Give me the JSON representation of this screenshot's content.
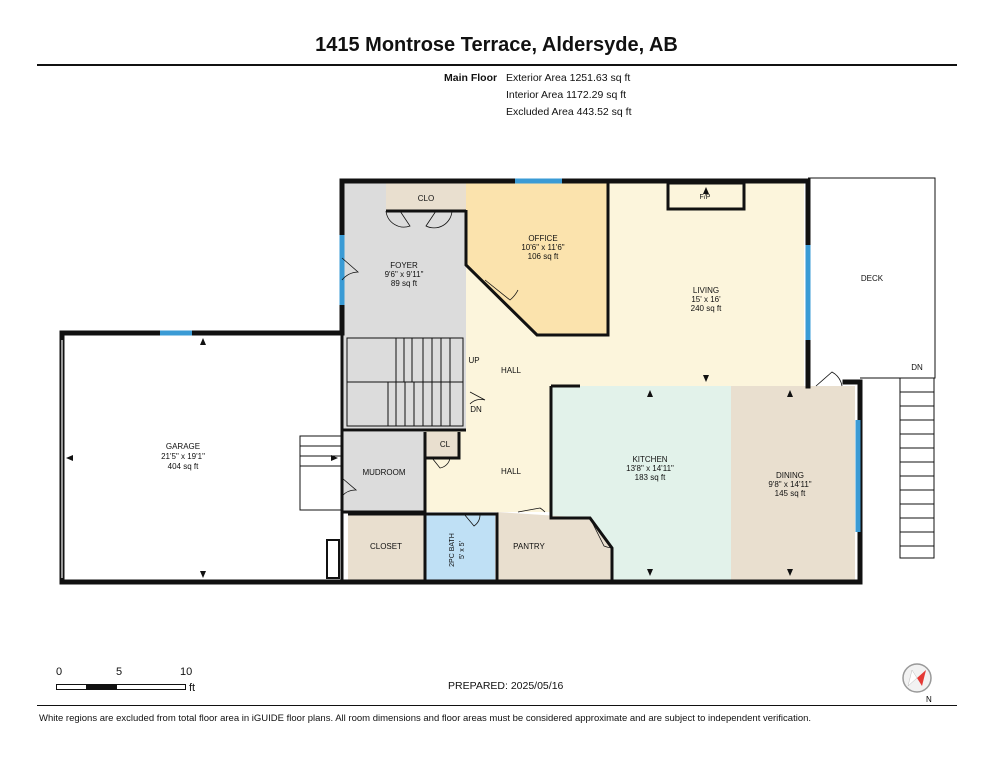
{
  "title": "1415 Montrose Terrace, Aldersyde, AB",
  "areas": {
    "floor_label": "Main Floor",
    "exterior": "Exterior Area 1251.63 sq ft",
    "interior": "Interior Area 1172.29 sq ft",
    "excluded": "Excluded Area 443.52 sq ft"
  },
  "rooms": {
    "garage": {
      "name": "GARAGE",
      "dims": "21'5\" x 19'1\"",
      "area": "404 sq ft"
    },
    "foyer": {
      "name": "FOYER",
      "dims": "9'6\" x 9'11\"",
      "area": "89 sq ft"
    },
    "office": {
      "name": "OFFICE",
      "dims": "10'6\" x 11'6\"",
      "area": "106 sq ft"
    },
    "living": {
      "name": "LIVING",
      "dims": "15' x 16'",
      "area": "240 sq ft"
    },
    "kitchen": {
      "name": "KITCHEN",
      "dims": "13'8\" x 14'11\"",
      "area": "183 sq ft"
    },
    "dining": {
      "name": "DINING",
      "dims": "9'8\" x 14'11\"",
      "area": "145 sq ft"
    },
    "bath": {
      "name": "2PC BATH",
      "dims": "5' x 5'"
    },
    "clo": "CLO",
    "cl": "CL",
    "hall_upper": "HALL",
    "hall_lower": "HALL",
    "mudroom": "MUDROOM",
    "closet": "CLOSET",
    "pantry": "PANTRY",
    "deck": "DECK",
    "fp": "F/P"
  },
  "stairs": {
    "up": "UP",
    "dn_interior": "DN",
    "dn_deck": "DN"
  },
  "scale": {
    "zero": "0",
    "five": "5",
    "ten": "10",
    "unit": "ft"
  },
  "prepared": "PREPARED: 2025/05/16",
  "compass_label": "N",
  "disclaimer": "White regions are excluded from total floor area in iGUIDE floor plans. All room dimensions and floor areas must be considered approximate and are subject to independent verification.",
  "colors": {
    "wall": "#111111",
    "window": "#3a9bd5",
    "office": "#fbe3ad",
    "hall": "#fcf5dc",
    "foyer": "#dcdcdc",
    "kitchen": "#e2f2ea",
    "dining": "#e9dfcf",
    "closet": "#e9dfcf",
    "bath": "#bfe0f5",
    "compass_red": "#e53935"
  }
}
